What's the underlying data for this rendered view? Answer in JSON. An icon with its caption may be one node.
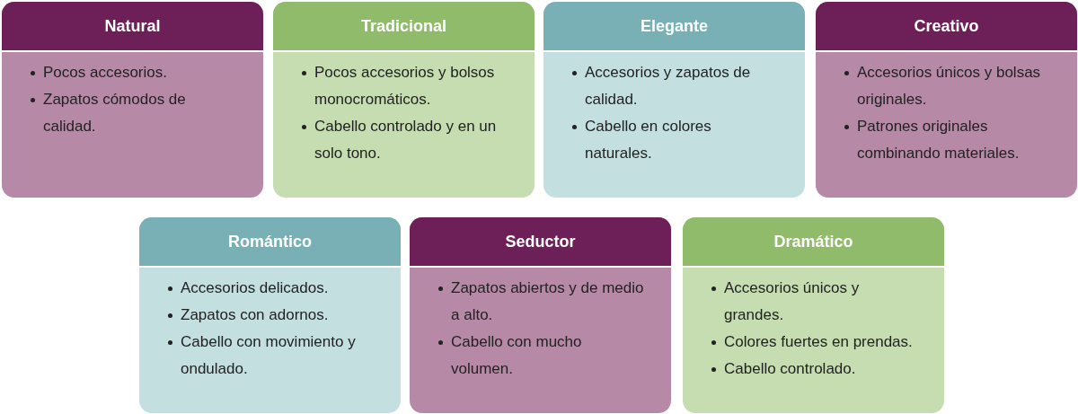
{
  "diagram": {
    "nodes": [
      {
        "text": [
          "Natural",
          "Pocos accesorios.",
          "Zapatos cómodos de calidad."
        ]
      },
      {
        "text": [
          "Tradicional",
          "Pocos accesorios y bolsos monocromáticos.",
          "Cabello controlado y en un solo tono."
        ]
      },
      {
        "text": [
          "Elegante",
          "Accesorios y zapatos de calidad.",
          "Cabello en colores naturales."
        ]
      },
      {
        "text": [
          "Creativo",
          "Accesorios únicos y bolsas originales.",
          "Patrones originales combinando materiales."
        ]
      },
      {
        "text": [
          "Romántico",
          "Accesorios delicados.",
          "Zapatos con adornos.",
          "Cabello con movimiento y ondulado."
        ]
      },
      {
        "text": [
          "Seductor",
          "Zapatos abiertos y de medio a alto.",
          "Cabello con mucho volumen."
        ]
      },
      {
        "text": [
          "Dramático",
          "Accesorios únicos y grandes.",
          "Colores fuertes en prendas.",
          "Cabello controlado."
        ]
      }
    ]
  }
}
